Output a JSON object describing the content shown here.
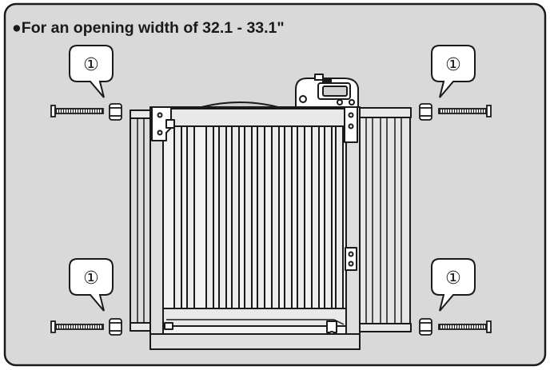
{
  "title": "●For an opening width of 32.1 - 33.1\"",
  "callouts": {
    "top_left": "①",
    "top_right": "①",
    "bottom_left": "①",
    "bottom_right": "①"
  },
  "colors": {
    "panel_fill": "#d9d9d9",
    "outline": "#1a1a1a",
    "callout_fill": "#ffffff"
  },
  "icons": {
    "bolt": "threaded-bolt-icon",
    "adjuster": "adjuster-nut-icon",
    "gate": "baby-gate-illustration",
    "lock": "gate-lock-icon"
  }
}
